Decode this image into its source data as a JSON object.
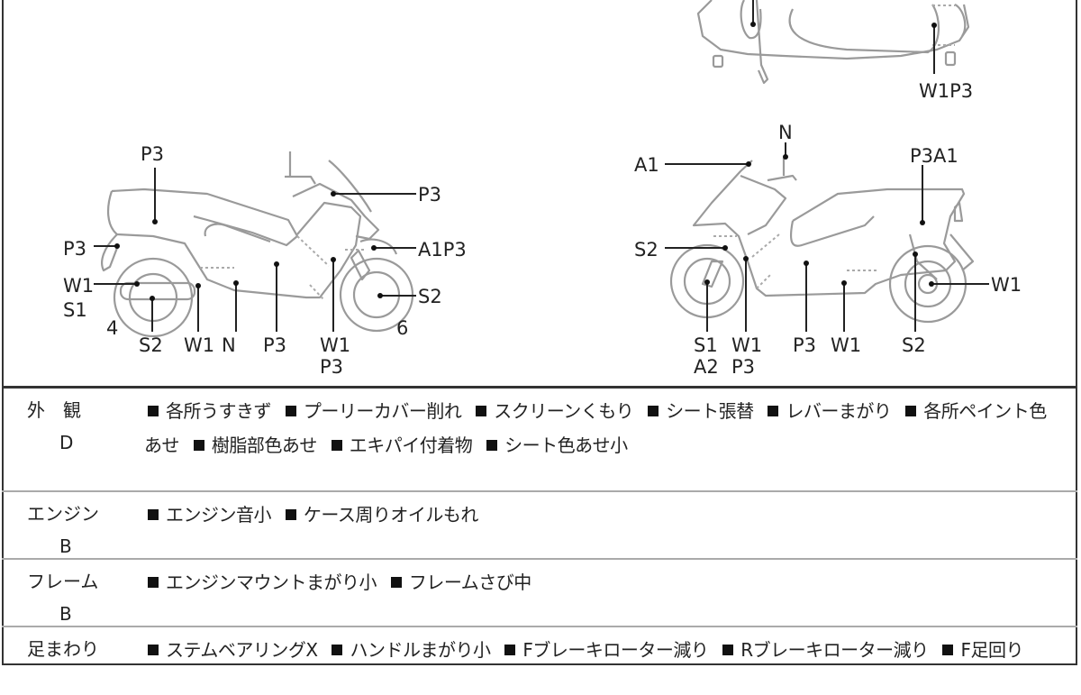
{
  "diagram": {
    "top_view_labels": [
      "W1P3"
    ],
    "left_side_labels": {
      "seat_top": "P3",
      "front_cowl": "P3",
      "rear_fender": "P3",
      "front_fender": "A1P3",
      "muffler_w": "W1",
      "muffler_s": "S1",
      "front_wheel": "S2",
      "rear_number": "4",
      "rear_wheel": "S2",
      "step_w": "W1",
      "floor_n": "N",
      "side_p": "P3",
      "front_leg_w": "W1",
      "front_leg_p": "P3",
      "front_number": "6"
    },
    "right_side_labels": {
      "mirror_n": "N",
      "screen_a": "A1",
      "tail_cowl": "P3A1",
      "fork_s": "S2",
      "rear_hub_w": "W1",
      "front_hub_s": "S1",
      "front_hub_a": "A2",
      "leg_w": "W1",
      "leg_p": "P3",
      "side_p": "P3",
      "floor_w": "W1",
      "rear_shock_s": "S2"
    }
  },
  "rows": [
    {
      "category": "外　観",
      "grade": "D",
      "items": [
        "各所うすきず",
        "プーリーカバー削れ",
        "スクリーンくもり",
        "シート張替",
        "レバーまがり",
        "各所ペイント色あせ",
        "樹脂部色あせ",
        "エキパイ付着物",
        "シート色あせ小"
      ]
    },
    {
      "category": "エンジン",
      "grade": "B",
      "items": [
        "エンジン音小",
        "ケース周りオイルもれ"
      ]
    },
    {
      "category": "フレーム",
      "grade": "B",
      "items": [
        "エンジンマウントまがり小",
        "フレームさび中"
      ]
    },
    {
      "category": "足まわり",
      "grade": "",
      "items": [
        "ステムベアリングX",
        "ハンドルまがり小",
        "Fブレーキローター減り",
        "Rブレーキローター減り",
        "F足回り"
      ]
    }
  ]
}
